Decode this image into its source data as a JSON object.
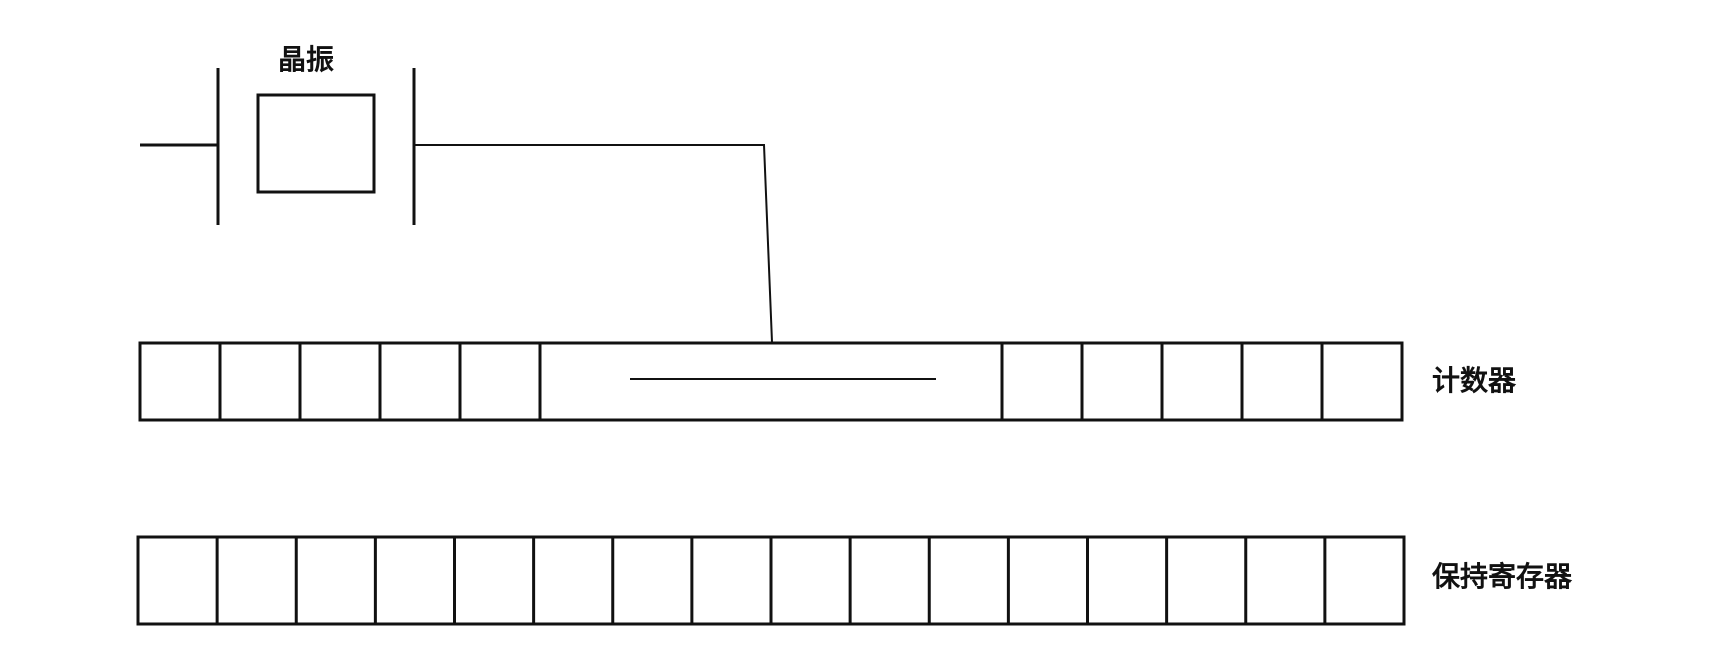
{
  "labels": {
    "crystal": "晶振",
    "counter": "计数器",
    "holding_register": "保持寄存器"
  },
  "counter": {
    "left_cells": 5,
    "right_cells": 5
  },
  "holding_register": {
    "cells": 16
  },
  "colors": {
    "stroke": "#111111",
    "background": "#ffffff"
  }
}
